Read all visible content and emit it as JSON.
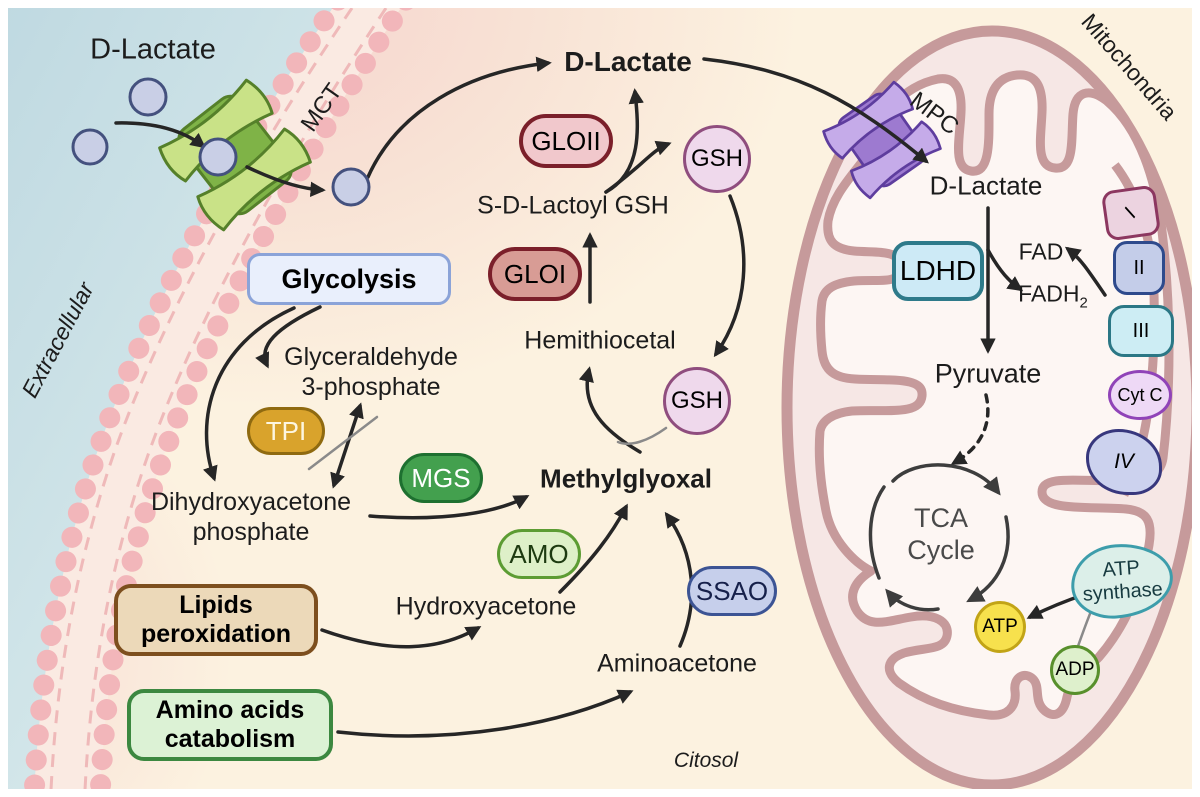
{
  "labels": {
    "extracellular": "Extracellular",
    "cytosol": "Citosol",
    "mitochondria": "Mitochondria",
    "mct": "MCT",
    "mpc": "MPC"
  },
  "metabolites": {
    "d_lactate_out": "D-Lactate",
    "d_lactate_cyto": "D-Lactate",
    "d_lactate_mito": "D-Lactate",
    "s_d_lactoyl_gsh": "S-D-Lactoyl GSH",
    "hemithiocetal": "Hemithiocetal",
    "glyceraldehyde_1": "Glyceraldehyde",
    "glyceraldehyde_2": "3-phosphate",
    "dhap_1": "Dihydroxyacetone",
    "dhap_2": "phosphate",
    "methylglyoxal": "Methylglyoxal",
    "hydroxyacetone": "Hydroxyacetone",
    "aminoacetone": "Aminoacetone",
    "gsh": "GSH",
    "fad": "FAD",
    "fadh": "FADH",
    "fadh_sub": "2",
    "pyruvate": "Pyruvate",
    "atp": "ATP",
    "adp": "ADP"
  },
  "enzymes": {
    "gloii": "GLOII",
    "gloi": "GLOI",
    "tpi": "TPI",
    "mgs": "MGS",
    "amo": "AMO",
    "ssao": "SSAO",
    "ldhd": "LDHD",
    "atp_synthase_1": "ATP",
    "atp_synthase_2": "synthase"
  },
  "pathways": {
    "glycolysis": "Glycolysis",
    "lipids_1": "Lipids",
    "lipids_2": "peroxidation",
    "amino_1": "Amino acids",
    "amino_2": "catabolism",
    "tca_1": "TCA",
    "tca_2": "Cycle"
  },
  "etc_complexes": {
    "i": "I",
    "ii": "II",
    "iii": "III",
    "cyt_c": "Cyt C",
    "iv": "IV"
  },
  "colors": {
    "extracellular_blue": "#c2dbe2",
    "cytosol_cream": "#fcf2e0",
    "membrane_pink": "#f2b6ba",
    "mito_membrane": "#c69a9b",
    "mct_green": "#c9e287",
    "mpc_purple": "#c5abe9",
    "gloii_fill": "#f1c8cc",
    "gloi_fill": "#d89c95",
    "enzyme_red_border": "#7b1f2a",
    "tpi_amber": "#d9a32c",
    "mgs_green": "#43a04e",
    "amo_fill": "#def0c8",
    "ssao_fill": "#c6cfeb",
    "gsh_fill": "#efd9ec",
    "ldhd_fill": "#cdeaf6",
    "atp_yellow": "#f7e14d",
    "adp_green": "#def0cc",
    "arrow_black": "#262626"
  }
}
